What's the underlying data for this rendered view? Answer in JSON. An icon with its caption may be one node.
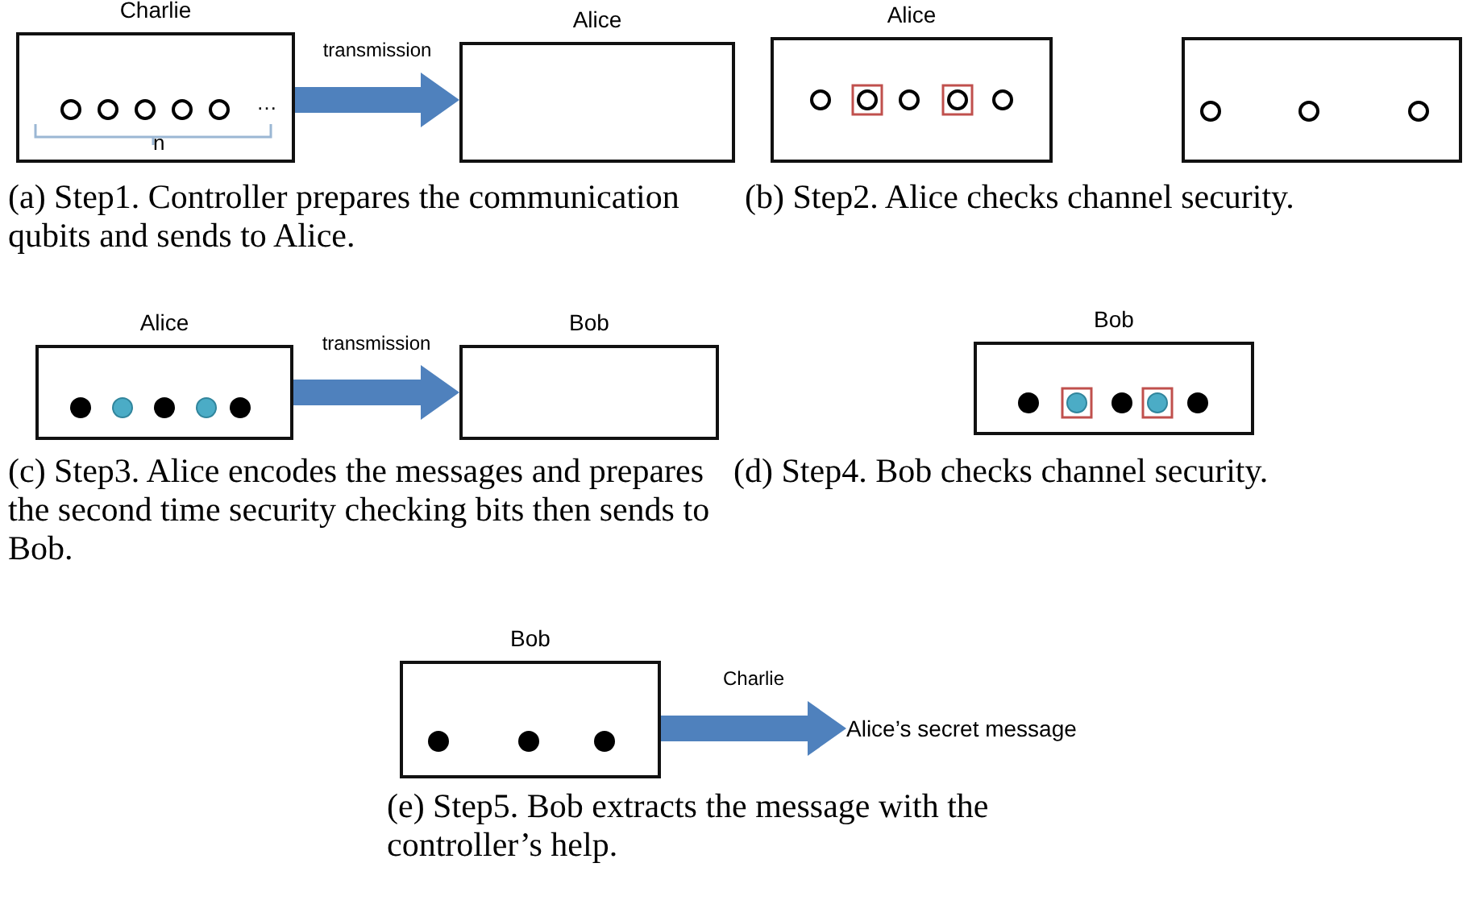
{
  "diagram": {
    "nodes": [
      {
        "text": [
          "Charlie"
        ]
      },
      {
        "text": [
          "Alice"
        ]
      },
      {
        "text": [
          "Alice"
        ]
      },
      {
        "text": [],
        "shape": "box"
      },
      {
        "text": [
          "Alice"
        ]
      },
      {
        "text": [
          "Bob"
        ]
      },
      {
        "text": [
          "Bob"
        ]
      },
      {
        "text": [
          "Bob"
        ]
      },
      {
        "text": [
          "Alice’s secret message"
        ]
      }
    ],
    "edges": [
      {
        "from": 0,
        "to": 1,
        "arrow": "to",
        "label": "transmission",
        "style": "thick"
      },
      {
        "from": 4,
        "to": 5,
        "arrow": "to",
        "label": "transmission",
        "style": "thick"
      },
      {
        "from": 7,
        "to": 8,
        "arrow": "to",
        "label": "Charlie",
        "style": "thick"
      }
    ],
    "labels": [
      "…",
      "n",
      "(a) Step1. Controller prepares the communication qubits and sends to Alice.",
      "(b) Step2. Alice checks channel security.",
      "(c) Step3. Alice encodes the messages and prepares the second time security checking bits then sends to Bob.",
      "(d) Step4. Bob checks channel security.",
      "(e) Step5. Bob extracts the message with the controller’s help."
    ]
  }
}
